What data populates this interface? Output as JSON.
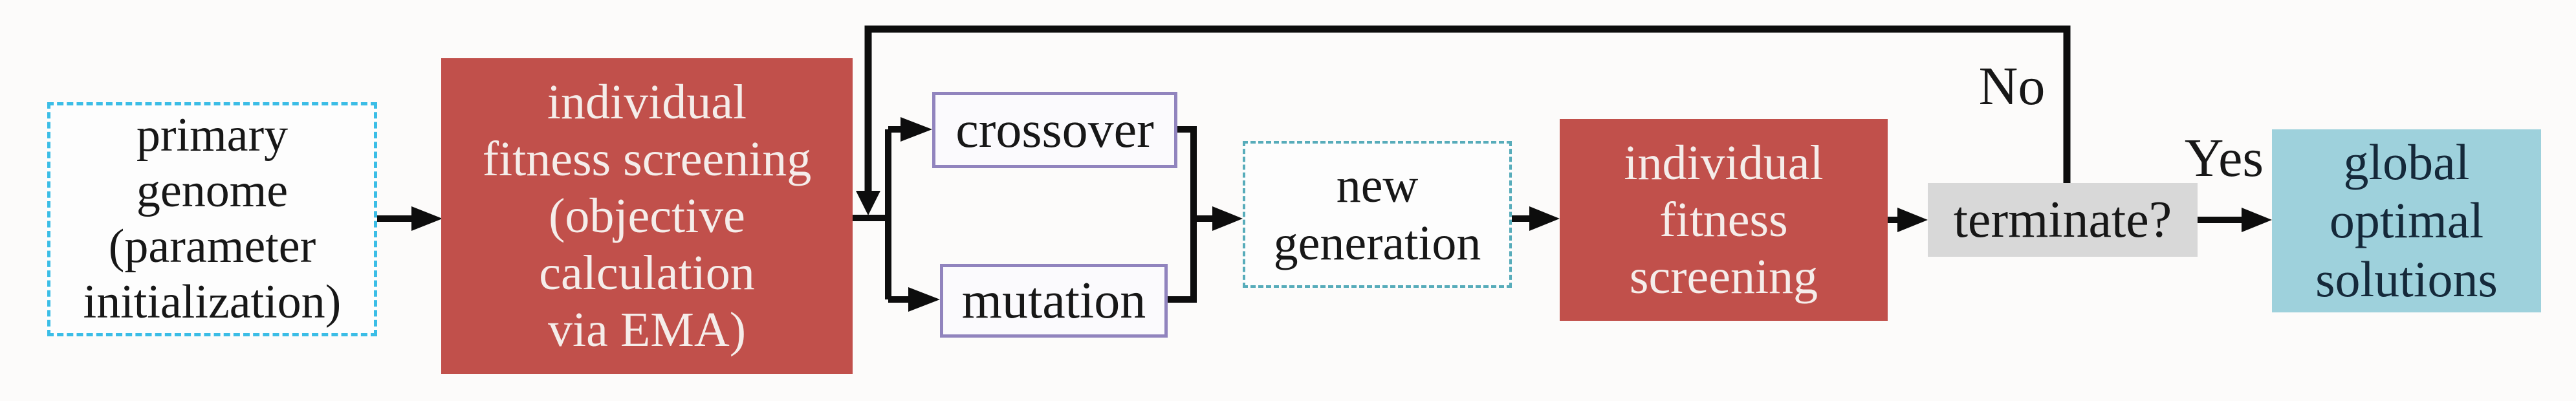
{
  "colors": {
    "bg": "#fcfbfa",
    "ink": "#171717",
    "line": "#0d0d0d",
    "red_box": "#c1504b",
    "red_box_text": "#f5edea",
    "cyan_dash": "#3bbde6",
    "teal_dash": "#57acba",
    "purple_border": "#9184be",
    "gray_box": "#d8d8d8",
    "blue_box": "#9ed1dc",
    "blue_box_text": "#15293a"
  },
  "nodes": {
    "primary_genome": {
      "label": "primary\ngenome\n(parameter\ninitialization)"
    },
    "fitness_screening_ema": {
      "label": "individual\nfitness screening\n(objective\ncalculation\nvia EMA)"
    },
    "crossover": {
      "label": "crossover"
    },
    "mutation": {
      "label": "mutation"
    },
    "new_generation": {
      "label": "new\ngeneration"
    },
    "fitness_screening": {
      "label": "individual\nfitness\nscreening"
    },
    "terminate": {
      "label": "terminate?"
    },
    "global_optimal_solutions": {
      "label": "global\noptimal\nsolutions"
    }
  },
  "edge_labels": {
    "no": "No",
    "yes": "Yes"
  }
}
